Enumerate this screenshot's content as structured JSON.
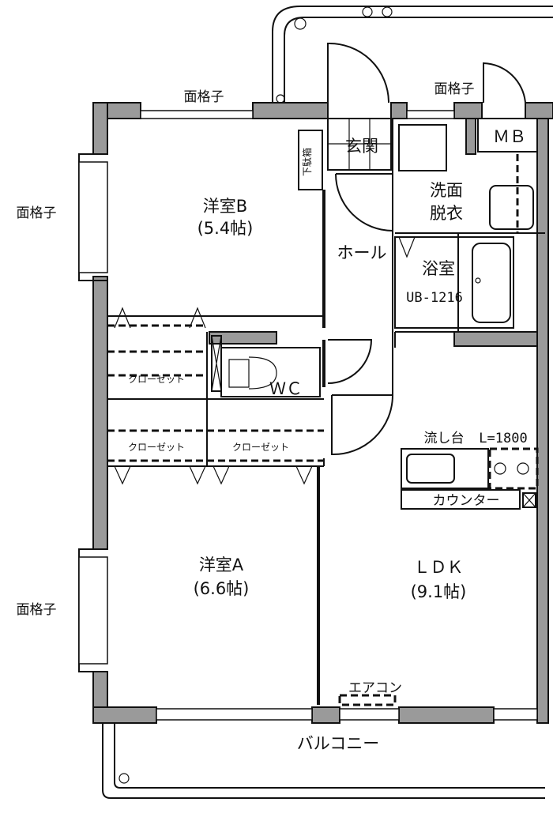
{
  "rooms": {
    "western_b": {
      "name": "洋室B",
      "size": "(5.4帖)"
    },
    "western_a": {
      "name": "洋室A",
      "size": "(6.6帖)"
    },
    "ldk": {
      "name": "ＬＤＫ",
      "size": "(9.1帖)"
    },
    "entrance": "玄関",
    "shoe_box": "下駄箱",
    "hall": "ホール",
    "washroom_line1": "洗面",
    "washroom_line2": "脱衣",
    "bathroom": "浴室",
    "bath_unit": "UB-1216",
    "toilet": "ＷＣ",
    "meter_box": "ＭＢ",
    "balcony": "バルコニー"
  },
  "closets": [
    "クローゼット",
    "クローゼット",
    "クローゼット"
  ],
  "fixtures": {
    "sink": "流し台",
    "sink_length": "L=1800",
    "counter": "カウンター",
    "aircon": "エアコン"
  },
  "window_grilles": [
    "面格子",
    "面格子",
    "面格子",
    "面格子"
  ]
}
